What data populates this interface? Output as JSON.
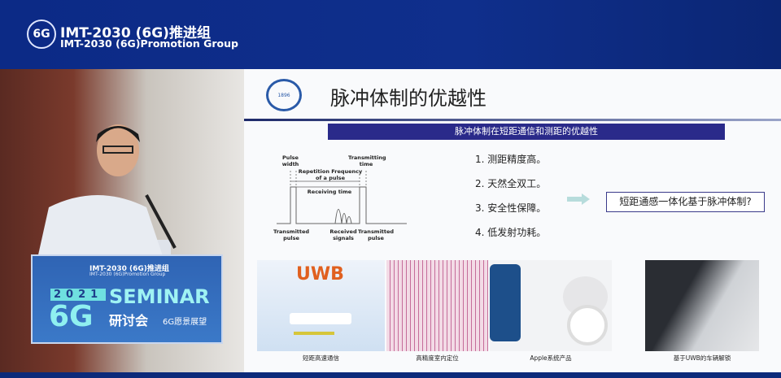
{
  "banner": {
    "logo": "6G",
    "title_cn": "IMT-2030 (6G)推进组",
    "title_en": "IMT-2030 (6G)Promotion Group"
  },
  "podium": {
    "org_cn": "IMT-2030 (6G)推进组",
    "org_en": "IMT-2030 (6G)Promotion Group",
    "year": "2021",
    "big": "6G",
    "seminar": "SEMINAR",
    "seminar_cn": "研讨会",
    "vision": "6G愿景展望"
  },
  "slide": {
    "title": "脉冲体制的优越性",
    "subtitle": "脉冲体制在短距通信和测距的优越性",
    "diagram": {
      "pulse_width": "Pulse width",
      "transmitting_time": "Transmitting time",
      "repetition": "Repetition Frequency of a pulse",
      "receiving": "Receiving time",
      "tx1": "Transmitted pulse",
      "rx": "Received signals",
      "tx2": "Transmitted pulse"
    },
    "points": [
      "1.  测距精度高。",
      "2.  天然全双工。",
      "3.  安全性保障。",
      "4.  低发射功耗。"
    ],
    "question": "短距通感一体化基于脉冲体制?",
    "uwb_label": "UWB",
    "images": [
      {
        "caption": "短距高速通信"
      },
      {
        "caption": "高精度室内定位"
      },
      {
        "caption": "Apple系统产品"
      },
      {
        "caption": "基于UWB的车辆解锁"
      }
    ]
  },
  "colors": {
    "banner": "#0e2b7e",
    "subtitle_bar": "#2a2a8a"
  }
}
